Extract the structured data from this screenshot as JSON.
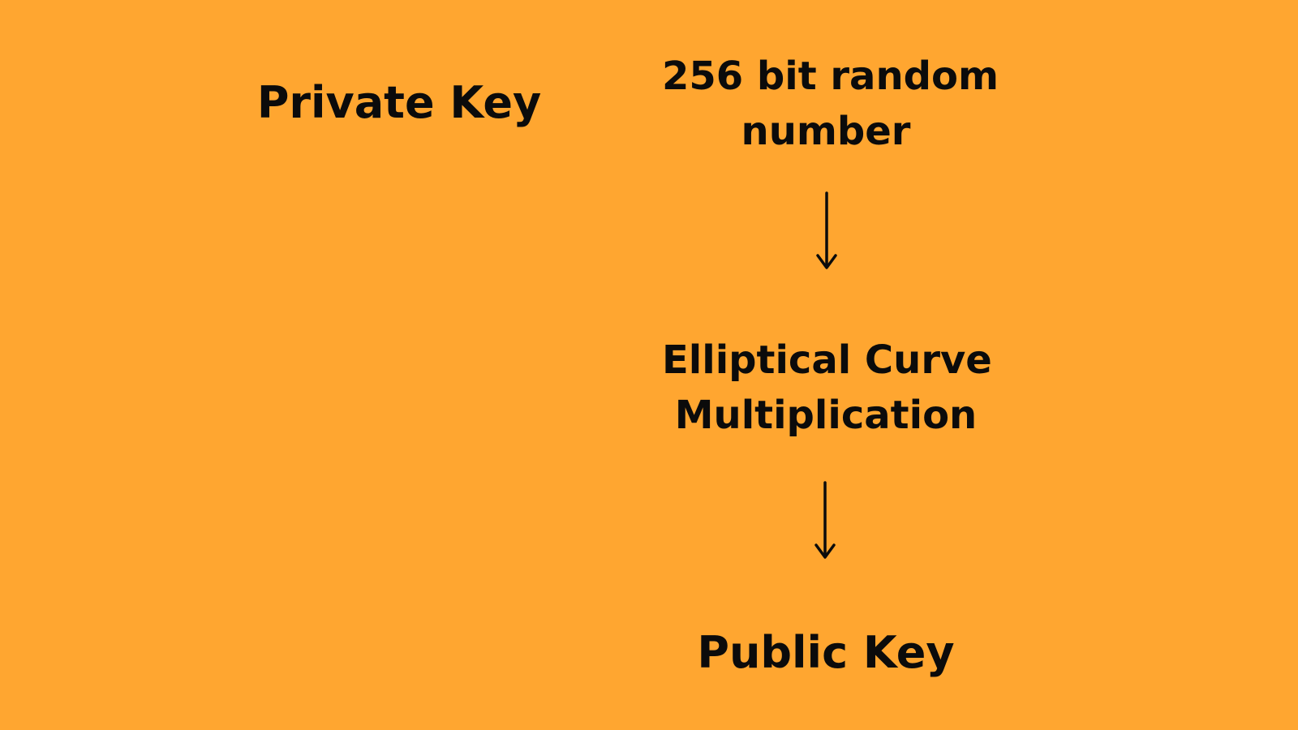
{
  "background_color": "#FFA630",
  "text_color": "#0b0b0b",
  "left_label": "Private Key",
  "flow": {
    "step1_lines": [
      "256 bit random",
      "number"
    ],
    "step2_lines": [
      "Elliptical Curve",
      "Multiplication"
    ],
    "step3": "Public Key",
    "arrow_icon": "arrow-down-icon"
  }
}
